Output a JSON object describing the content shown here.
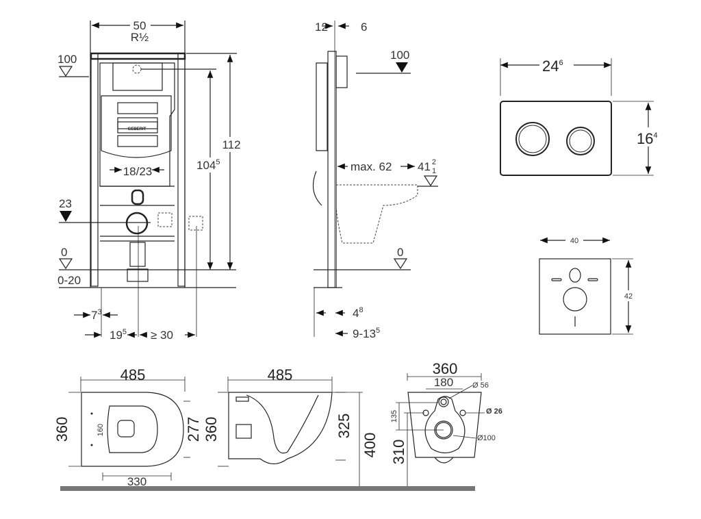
{
  "front_view": {
    "width": "50",
    "pipe": "R½",
    "level_top": "100",
    "height_total": "112",
    "height_inner": "104",
    "height_inner_sup": "5",
    "drain_spacing": "18/23",
    "level_mid": "23",
    "level_zero": "0",
    "floor_range": "0-20",
    "offset_a": "7",
    "offset_a_sup": "3",
    "offset_b": "19",
    "offset_b_sup": "5",
    "offset_c": "≥ 30"
  },
  "side_view": {
    "top_a": "12",
    "top_b": "6",
    "level_top": "100",
    "max_depth": "max. 62",
    "level_bowl": "41",
    "level_bowl_tol_up": "2",
    "level_bowl_tol_down": "1",
    "level_zero": "0",
    "bottom_a": "4",
    "bottom_a_sup": "8",
    "bottom_b": "9-13",
    "bottom_b_sup": "5"
  },
  "flush_plate": {
    "width": "24",
    "width_sup": "6",
    "height": "16",
    "height_sup": "4"
  },
  "sound_pad": {
    "width": "40",
    "height": "42"
  },
  "bowl_top": {
    "length": "485",
    "width": "360",
    "inner_width": "277",
    "hole_spacing": "160",
    "bottom_length": "330"
  },
  "bowl_side": {
    "length": "485",
    "width": "360",
    "height": "325",
    "mount_height": "400"
  },
  "bowl_back": {
    "width": "360",
    "hole_spacing": "180",
    "d_inlet": "Ø 56",
    "d_bolt": "Ø 26",
    "d_outlet": "Ø100",
    "v_spacing": "135",
    "outlet_height": "310"
  }
}
